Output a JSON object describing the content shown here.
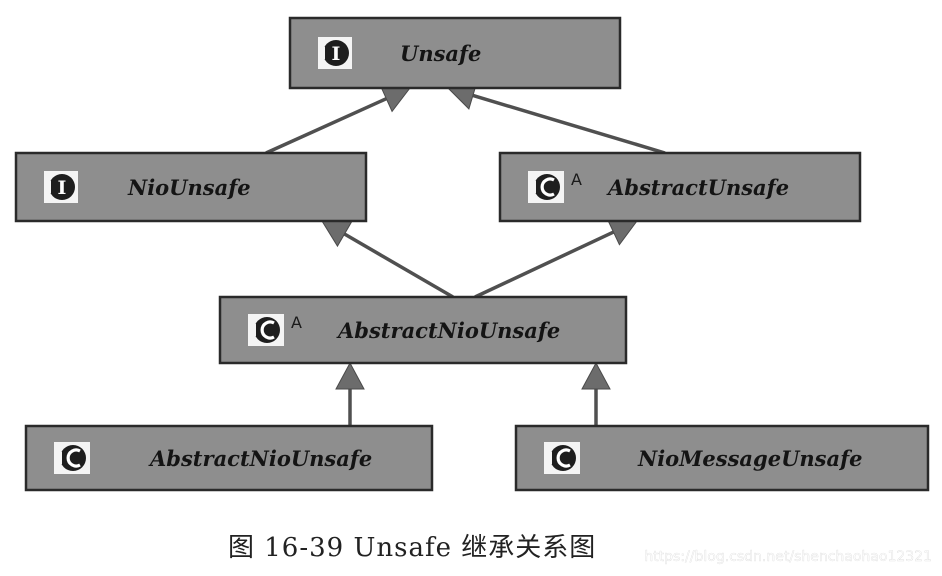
{
  "nodes": [
    {
      "id": "unsafe",
      "label": "Unsafe",
      "kind": "interface",
      "icon": "interface-icon"
    },
    {
      "id": "nio-unsafe",
      "label": "NioUnsafe",
      "kind": "interface",
      "icon": "interface-icon"
    },
    {
      "id": "abstract-unsafe",
      "label": "AbstractUnsafe",
      "kind": "abstract-class",
      "icon": "abstract-class-icon",
      "mark": "A"
    },
    {
      "id": "abstract-nio-unsafe",
      "label": "AbstractNioUnsafe",
      "kind": "abstract-class",
      "icon": "abstract-class-icon",
      "mark": "A"
    },
    {
      "id": "abstract-nio-unsafe-impl",
      "label": "AbstractNioUnsafe",
      "kind": "class",
      "icon": "class-icon"
    },
    {
      "id": "nio-message-unsafe",
      "label": "NioMessageUnsafe",
      "kind": "class",
      "icon": "class-icon"
    }
  ],
  "edges": [
    {
      "from": "nio-unsafe",
      "to": "unsafe"
    },
    {
      "from": "abstract-unsafe",
      "to": "unsafe"
    },
    {
      "from": "abstract-nio-unsafe",
      "to": "nio-unsafe"
    },
    {
      "from": "abstract-nio-unsafe",
      "to": "abstract-unsafe"
    },
    {
      "from": "abstract-nio-unsafe-impl",
      "to": "abstract-nio-unsafe"
    },
    {
      "from": "nio-message-unsafe",
      "to": "abstract-nio-unsafe"
    }
  ],
  "caption": "图 16-39   Unsafe 继承关系图",
  "watermark": "https://blog.csdn.net/shenchaohao12321",
  "colors": {
    "box_fill": "#8e8e8e",
    "box_stroke": "#2a2a2a",
    "arrow": "#6c6c6c",
    "line": "#505050"
  }
}
